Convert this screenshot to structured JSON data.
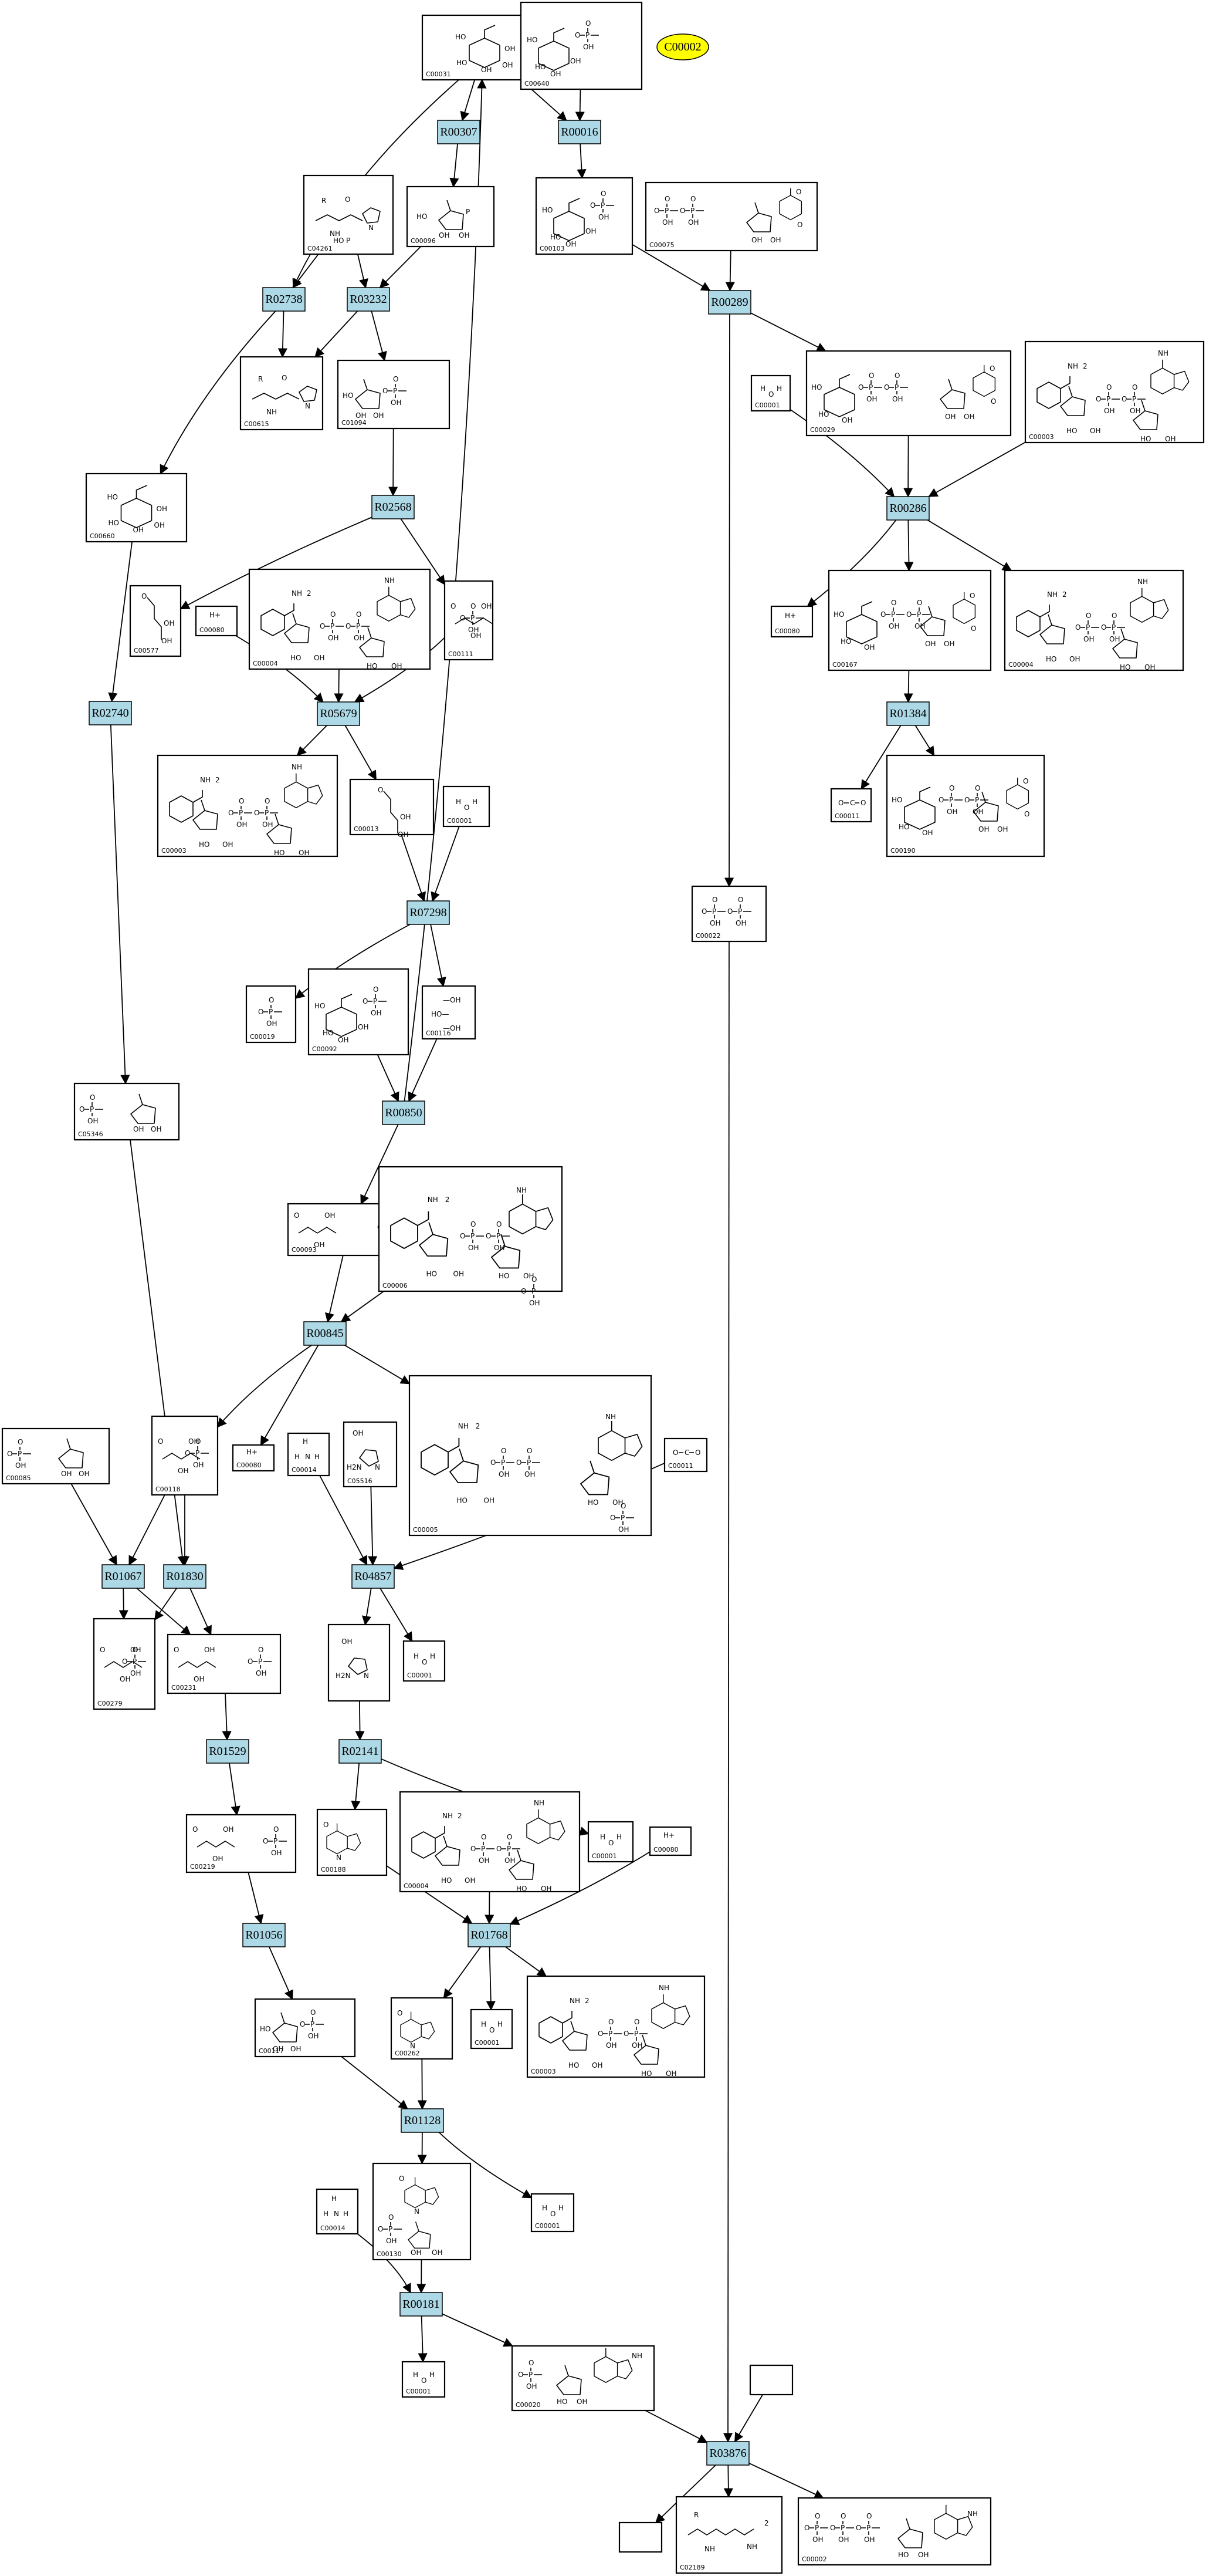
{
  "highlight": {
    "id": "C00002",
    "color": "#ffff00"
  },
  "colors": {
    "reaction_fill": "#add8e6",
    "edge": "#000000"
  },
  "reactions": [
    "R00307",
    "R00016",
    "R02738",
    "R03232",
    "R00289",
    "R00286",
    "R02568",
    "R02740",
    "R05679",
    "R01384",
    "R07298",
    "R00850",
    "R00845",
    "R01067",
    "R01830",
    "R04857",
    "R01529",
    "R02141",
    "R01056",
    "R01768",
    "R01128",
    "R00181",
    "R03876"
  ],
  "compounds": [
    "C00031",
    "C00640",
    "C00096",
    "C04261",
    "C00103",
    "C00075",
    "C00615",
    "C01094",
    "C00001",
    "C00029",
    "C00003",
    "C00660",
    "C00080",
    "C00577",
    "C00004",
    "C00111",
    "C00167",
    "C00190",
    "C00011",
    "C00022",
    "C00013",
    "C00019",
    "C00092",
    "C00116",
    "C05346",
    "C00093",
    "C00006",
    "C00085",
    "C00118",
    "C00014",
    "C05516",
    "C00005",
    "C00279",
    "C00231",
    "C00219",
    "C00188",
    "C00117",
    "C00262",
    "C00130",
    "C00020",
    "C02189",
    "C00002"
  ]
}
